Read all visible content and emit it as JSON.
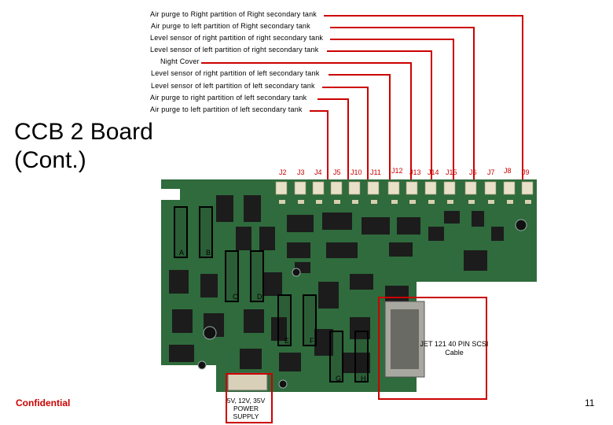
{
  "callouts": [
    "Air purge to Right partition of Right secondary tank",
    "Air purge to left partition of Right secondary tank",
    "Level sensor of right partition of right secondary tank",
    "Level sensor of left partition of right secondary tank",
    "Night Cover",
    "Level sensor of right partition of left secondary tank",
    "Level sensor of left partition of left secondary tank",
    "Air purge to right partition of left secondary tank",
    "Air purge to left partition of left secondary tank"
  ],
  "title": "CCB 2 Board (Cont.)",
  "connectors": [
    "J2",
    "J3",
    "J4",
    "J5",
    "J10",
    "J11",
    "J12",
    "J13",
    "J14",
    "J15",
    "J6",
    "J7",
    "J8",
    "J9"
  ],
  "board_marks": [
    "A",
    "B",
    "C",
    "D",
    "E",
    "F",
    "G",
    "H"
  ],
  "power_label": "5V, 12V, 35V POWER SUPPLY",
  "cable_label": "JET 121 40 PIN SCSI Cable",
  "footer": {
    "confidential": "Confidential",
    "page": "11"
  },
  "colors": {
    "callout_line": "#cc0000",
    "board": "#2f6b3c",
    "label_red": "#cc0000"
  }
}
